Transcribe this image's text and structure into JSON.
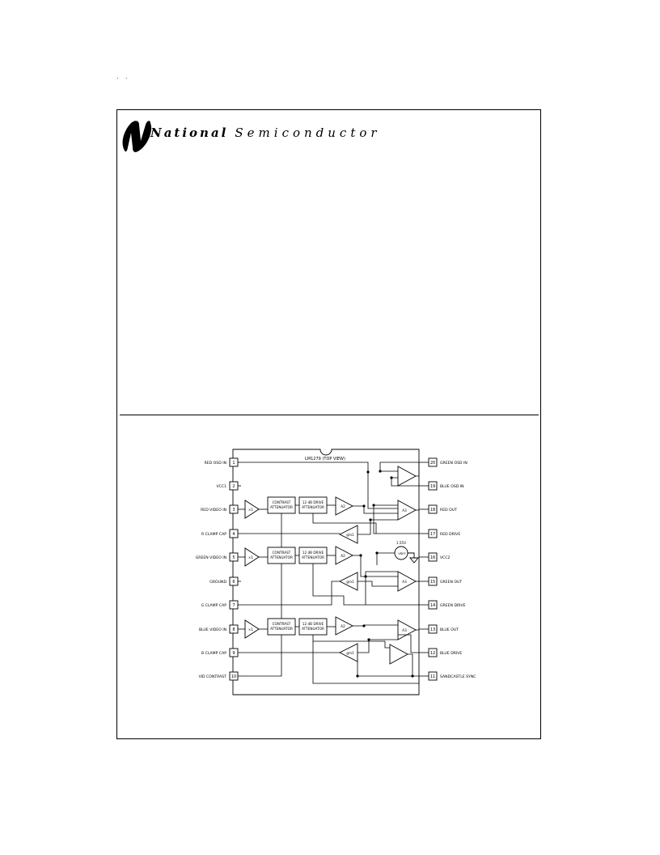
{
  "corner_mark": "· ·",
  "brand": {
    "bold": "National",
    "light": "Semiconductor"
  },
  "diagram": {
    "title": "LM1279 (TOP VIEW)",
    "left_pins": [
      {
        "num": "1",
        "label": "RED OSD IN"
      },
      {
        "num": "2",
        "label": "VCC1"
      },
      {
        "num": "3",
        "label": "RED VIDEO IN"
      },
      {
        "num": "4",
        "label": "R CLAMP CAP"
      },
      {
        "num": "5",
        "label": "GREEN VIDEO IN"
      },
      {
        "num": "6",
        "label": "GROUND"
      },
      {
        "num": "7",
        "label": "G CLAMP CAP"
      },
      {
        "num": "8",
        "label": "BLUE VIDEO IN"
      },
      {
        "num": "9",
        "label": "B CLAMP CAP"
      },
      {
        "num": "10",
        "label": "VID CONTRAST"
      }
    ],
    "right_pins": [
      {
        "num": "20",
        "label": "GREEN OSD IN"
      },
      {
        "num": "19",
        "label": "BLUE OSD IN"
      },
      {
        "num": "18",
        "label": "RED OUT"
      },
      {
        "num": "17",
        "label": "RED DRIVE"
      },
      {
        "num": "16",
        "label": "VCC2"
      },
      {
        "num": "15",
        "label": "GREEN OUT"
      },
      {
        "num": "14",
        "label": "GREEN DRIVE"
      },
      {
        "num": "13",
        "label": "BLUE OUT"
      },
      {
        "num": "12",
        "label": "BLUE DRIVE"
      },
      {
        "num": "11",
        "label": "SANDCASTLE SYNC"
      }
    ],
    "contrast_label_1": "CONTRAST",
    "contrast_label_2": "ATTENUATOR",
    "drive_label_1": "12 dB DRIVE",
    "drive_label_2": "ATTENUATOR",
    "buffer_gain": "×1",
    "amp_gain": "A2",
    "out_gain": "A3",
    "clamp_amp": "gm1",
    "vref_voltage": "1.55V",
    "vref_label": "VREF"
  }
}
